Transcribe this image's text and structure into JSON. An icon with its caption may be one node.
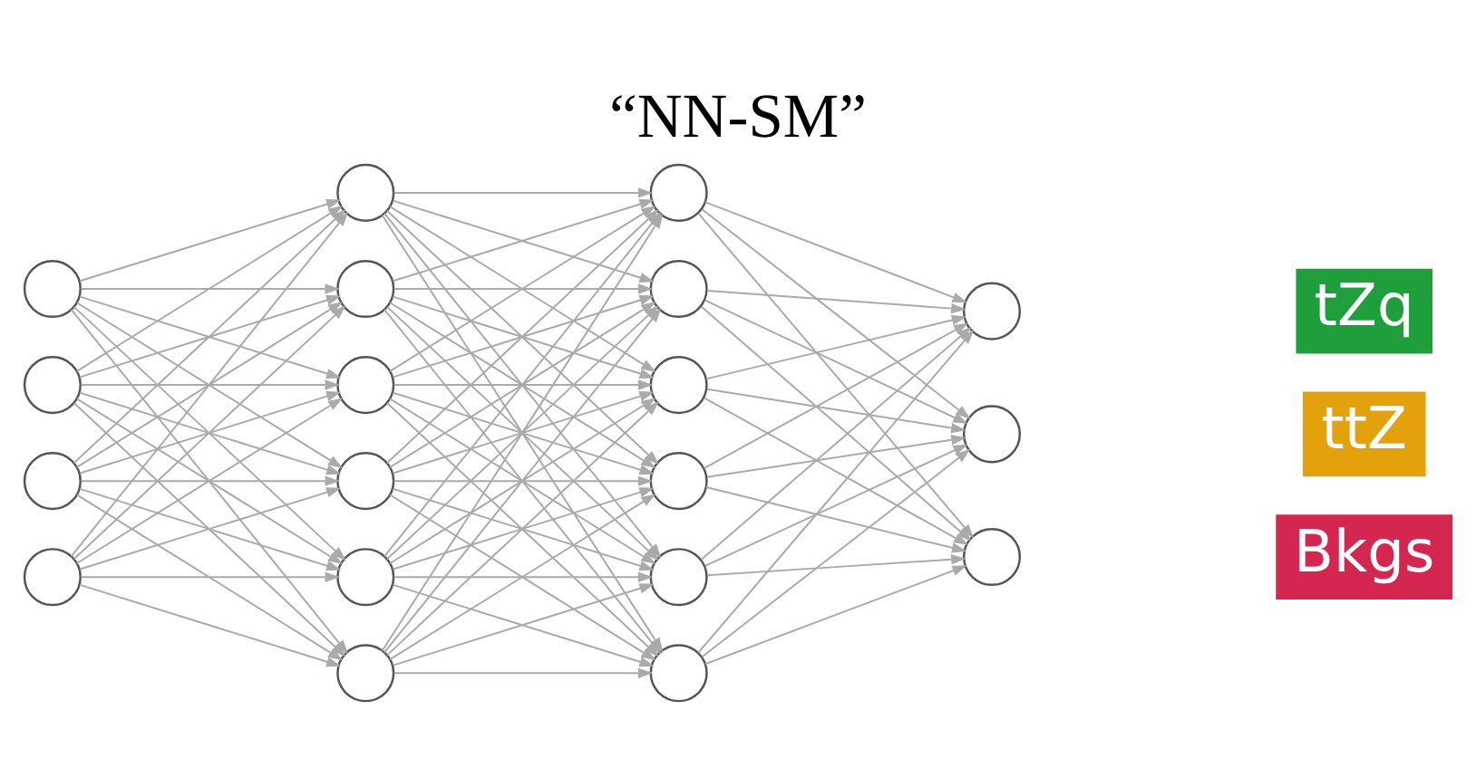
{
  "diagram": {
    "title": "“NN-SM”",
    "nodes": [
      {
        "text": [],
        "shape": "circle"
      },
      {
        "text": [],
        "shape": "circle"
      },
      {
        "text": [],
        "shape": "circle"
      },
      {
        "text": [],
        "shape": "circle"
      },
      {
        "text": [],
        "shape": "circle"
      },
      {
        "text": [],
        "shape": "circle"
      },
      {
        "text": [],
        "shape": "circle"
      },
      {
        "text": [],
        "shape": "circle"
      },
      {
        "text": [],
        "shape": "circle"
      },
      {
        "text": [],
        "shape": "circle"
      },
      {
        "text": [],
        "shape": "circle"
      },
      {
        "text": [],
        "shape": "circle"
      },
      {
        "text": [],
        "shape": "circle"
      },
      {
        "text": [],
        "shape": "circle"
      },
      {
        "text": [],
        "shape": "circle"
      },
      {
        "text": [],
        "shape": "circle"
      },
      {
        "text": [],
        "shape": "circle"
      },
      {
        "text": [],
        "shape": "circle"
      },
      {
        "text": [],
        "shape": "circle"
      },
      {
        "text": [
          "tZq"
        ]
      },
      {
        "text": [
          "ttZ"
        ]
      },
      {
        "text": [
          "Bkgs"
        ]
      }
    ],
    "edges": [
      {
        "from": 0,
        "to": 4,
        "arrow": "to"
      },
      {
        "from": 0,
        "to": 5,
        "arrow": "to"
      },
      {
        "from": 0,
        "to": 6,
        "arrow": "to"
      },
      {
        "from": 0,
        "to": 7,
        "arrow": "to"
      },
      {
        "from": 0,
        "to": 8,
        "arrow": "to"
      },
      {
        "from": 0,
        "to": 9,
        "arrow": "to"
      },
      {
        "from": 1,
        "to": 4,
        "arrow": "to"
      },
      {
        "from": 1,
        "to": 5,
        "arrow": "to"
      },
      {
        "from": 1,
        "to": 6,
        "arrow": "to"
      },
      {
        "from": 1,
        "to": 7,
        "arrow": "to"
      },
      {
        "from": 1,
        "to": 8,
        "arrow": "to"
      },
      {
        "from": 1,
        "to": 9,
        "arrow": "to"
      },
      {
        "from": 2,
        "to": 4,
        "arrow": "to"
      },
      {
        "from": 2,
        "to": 5,
        "arrow": "to"
      },
      {
        "from": 2,
        "to": 6,
        "arrow": "to"
      },
      {
        "from": 2,
        "to": 7,
        "arrow": "to"
      },
      {
        "from": 2,
        "to": 8,
        "arrow": "to"
      },
      {
        "from": 2,
        "to": 9,
        "arrow": "to"
      },
      {
        "from": 3,
        "to": 4,
        "arrow": "to"
      },
      {
        "from": 3,
        "to": 5,
        "arrow": "to"
      },
      {
        "from": 3,
        "to": 6,
        "arrow": "to"
      },
      {
        "from": 3,
        "to": 7,
        "arrow": "to"
      },
      {
        "from": 3,
        "to": 8,
        "arrow": "to"
      },
      {
        "from": 3,
        "to": 9,
        "arrow": "to"
      },
      {
        "from": 4,
        "to": 10,
        "arrow": "to"
      },
      {
        "from": 4,
        "to": 11,
        "arrow": "to"
      },
      {
        "from": 4,
        "to": 12,
        "arrow": "to"
      },
      {
        "from": 4,
        "to": 13,
        "arrow": "to"
      },
      {
        "from": 4,
        "to": 14,
        "arrow": "to"
      },
      {
        "from": 4,
        "to": 15,
        "arrow": "to"
      },
      {
        "from": 5,
        "to": 10,
        "arrow": "to"
      },
      {
        "from": 5,
        "to": 11,
        "arrow": "to"
      },
      {
        "from": 5,
        "to": 12,
        "arrow": "to"
      },
      {
        "from": 5,
        "to": 13,
        "arrow": "to"
      },
      {
        "from": 5,
        "to": 14,
        "arrow": "to"
      },
      {
        "from": 5,
        "to": 15,
        "arrow": "to"
      },
      {
        "from": 6,
        "to": 10,
        "arrow": "to"
      },
      {
        "from": 6,
        "to": 11,
        "arrow": "to"
      },
      {
        "from": 6,
        "to": 12,
        "arrow": "to"
      },
      {
        "from": 6,
        "to": 13,
        "arrow": "to"
      },
      {
        "from": 6,
        "to": 14,
        "arrow": "to"
      },
      {
        "from": 6,
        "to": 15,
        "arrow": "to"
      },
      {
        "from": 7,
        "to": 10,
        "arrow": "to"
      },
      {
        "from": 7,
        "to": 11,
        "arrow": "to"
      },
      {
        "from": 7,
        "to": 12,
        "arrow": "to"
      },
      {
        "from": 7,
        "to": 13,
        "arrow": "to"
      },
      {
        "from": 7,
        "to": 14,
        "arrow": "to"
      },
      {
        "from": 7,
        "to": 15,
        "arrow": "to"
      },
      {
        "from": 8,
        "to": 10,
        "arrow": "to"
      },
      {
        "from": 8,
        "to": 11,
        "arrow": "to"
      },
      {
        "from": 8,
        "to": 12,
        "arrow": "to"
      },
      {
        "from": 8,
        "to": 13,
        "arrow": "to"
      },
      {
        "from": 8,
        "to": 14,
        "arrow": "to"
      },
      {
        "from": 8,
        "to": 15,
        "arrow": "to"
      },
      {
        "from": 9,
        "to": 10,
        "arrow": "to"
      },
      {
        "from": 9,
        "to": 11,
        "arrow": "to"
      },
      {
        "from": 9,
        "to": 12,
        "arrow": "to"
      },
      {
        "from": 9,
        "to": 13,
        "arrow": "to"
      },
      {
        "from": 9,
        "to": 14,
        "arrow": "to"
      },
      {
        "from": 9,
        "to": 15,
        "arrow": "to"
      },
      {
        "from": 10,
        "to": 16,
        "arrow": "to"
      },
      {
        "from": 10,
        "to": 17,
        "arrow": "to"
      },
      {
        "from": 10,
        "to": 18,
        "arrow": "to"
      },
      {
        "from": 11,
        "to": 16,
        "arrow": "to"
      },
      {
        "from": 11,
        "to": 17,
        "arrow": "to"
      },
      {
        "from": 11,
        "to": 18,
        "arrow": "to"
      },
      {
        "from": 12,
        "to": 16,
        "arrow": "to"
      },
      {
        "from": 12,
        "to": 17,
        "arrow": "to"
      },
      {
        "from": 12,
        "to": 18,
        "arrow": "to"
      },
      {
        "from": 13,
        "to": 16,
        "arrow": "to"
      },
      {
        "from": 13,
        "to": 17,
        "arrow": "to"
      },
      {
        "from": 13,
        "to": 18,
        "arrow": "to"
      },
      {
        "from": 14,
        "to": 16,
        "arrow": "to"
      },
      {
        "from": 14,
        "to": 17,
        "arrow": "to"
      },
      {
        "from": 14,
        "to": 18,
        "arrow": "to"
      },
      {
        "from": 15,
        "to": 16,
        "arrow": "to"
      },
      {
        "from": 15,
        "to": 17,
        "arrow": "to"
      },
      {
        "from": 15,
        "to": 18,
        "arrow": "to"
      }
    ]
  }
}
